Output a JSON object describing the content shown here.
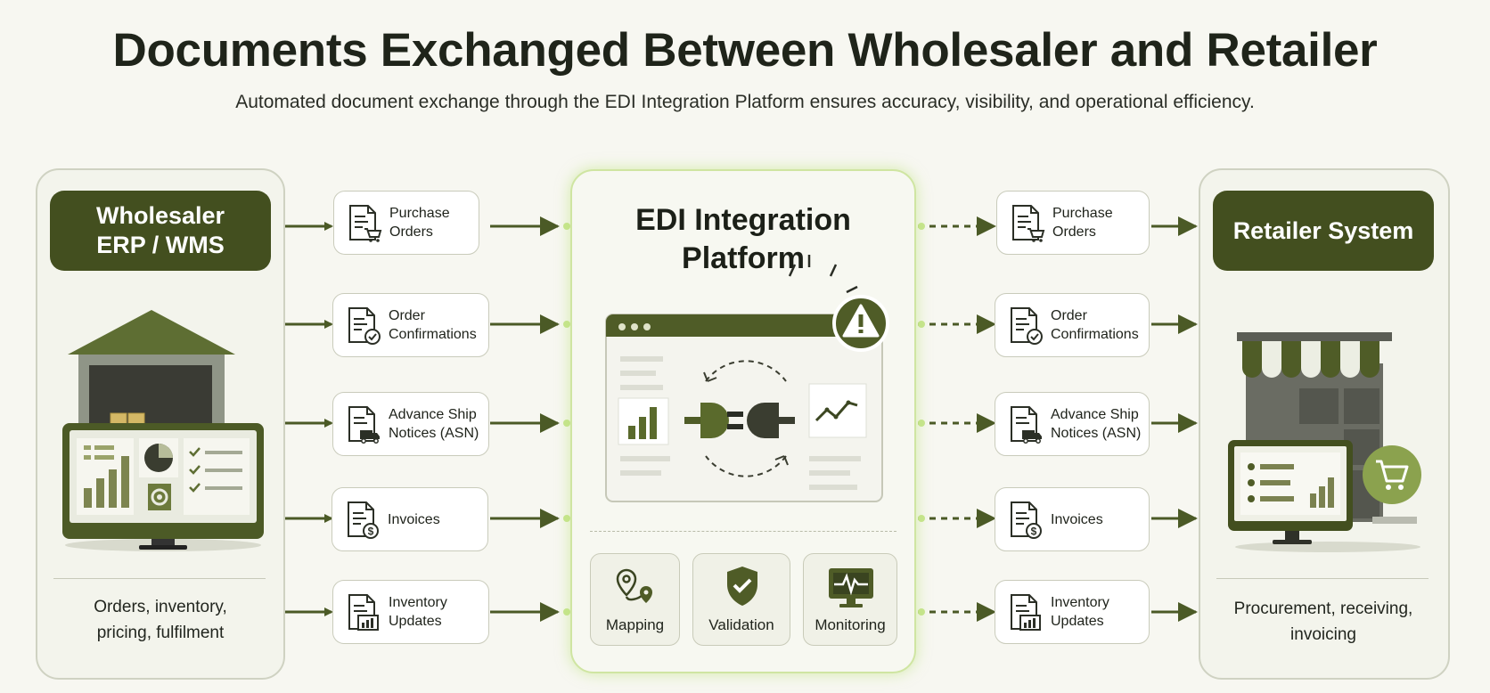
{
  "title": "Documents Exchanged Between Wholesaler and Retailer",
  "subtitle": "Automated document exchange through the EDI Integration Platform ensures accuracy, visibility, and operational efficiency.",
  "wholesaler": {
    "header_line1": "Wholesaler",
    "header_line2": "ERP / WMS",
    "caption_line1": "Orders, inventory,",
    "caption_line2": "pricing, fulfilment"
  },
  "platform": {
    "title_line1": "EDI Integration",
    "title_line2": "Platform",
    "features": [
      {
        "label": "Mapping",
        "icon": "map-pin-icon"
      },
      {
        "label": "Validation",
        "icon": "shield-check-icon"
      },
      {
        "label": "Monitoring",
        "icon": "monitor-pulse-icon"
      }
    ]
  },
  "retailer": {
    "header": "Retailer System",
    "caption_line1": "Procurement, receiving,",
    "caption_line2": "invoicing"
  },
  "documents": [
    {
      "line1": "Purchase",
      "line2": "Orders",
      "icon": "purchase-order-icon"
    },
    {
      "line1": "Order",
      "line2": "Confirmations",
      "icon": "order-confirmation-icon"
    },
    {
      "line1": "Advance Ship",
      "line2": "Notices (ASN)",
      "icon": "shipping-notice-icon"
    },
    {
      "line1": "Invoices",
      "line2": "",
      "icon": "invoice-icon"
    },
    {
      "line1": "Inventory",
      "line2": "Updates",
      "icon": "inventory-update-icon"
    }
  ],
  "colors": {
    "dark_green": "#434f1f",
    "accent_green": "#b9e07a",
    "arrow_green": "#4b5a26",
    "background": "#f7f7f1"
  }
}
